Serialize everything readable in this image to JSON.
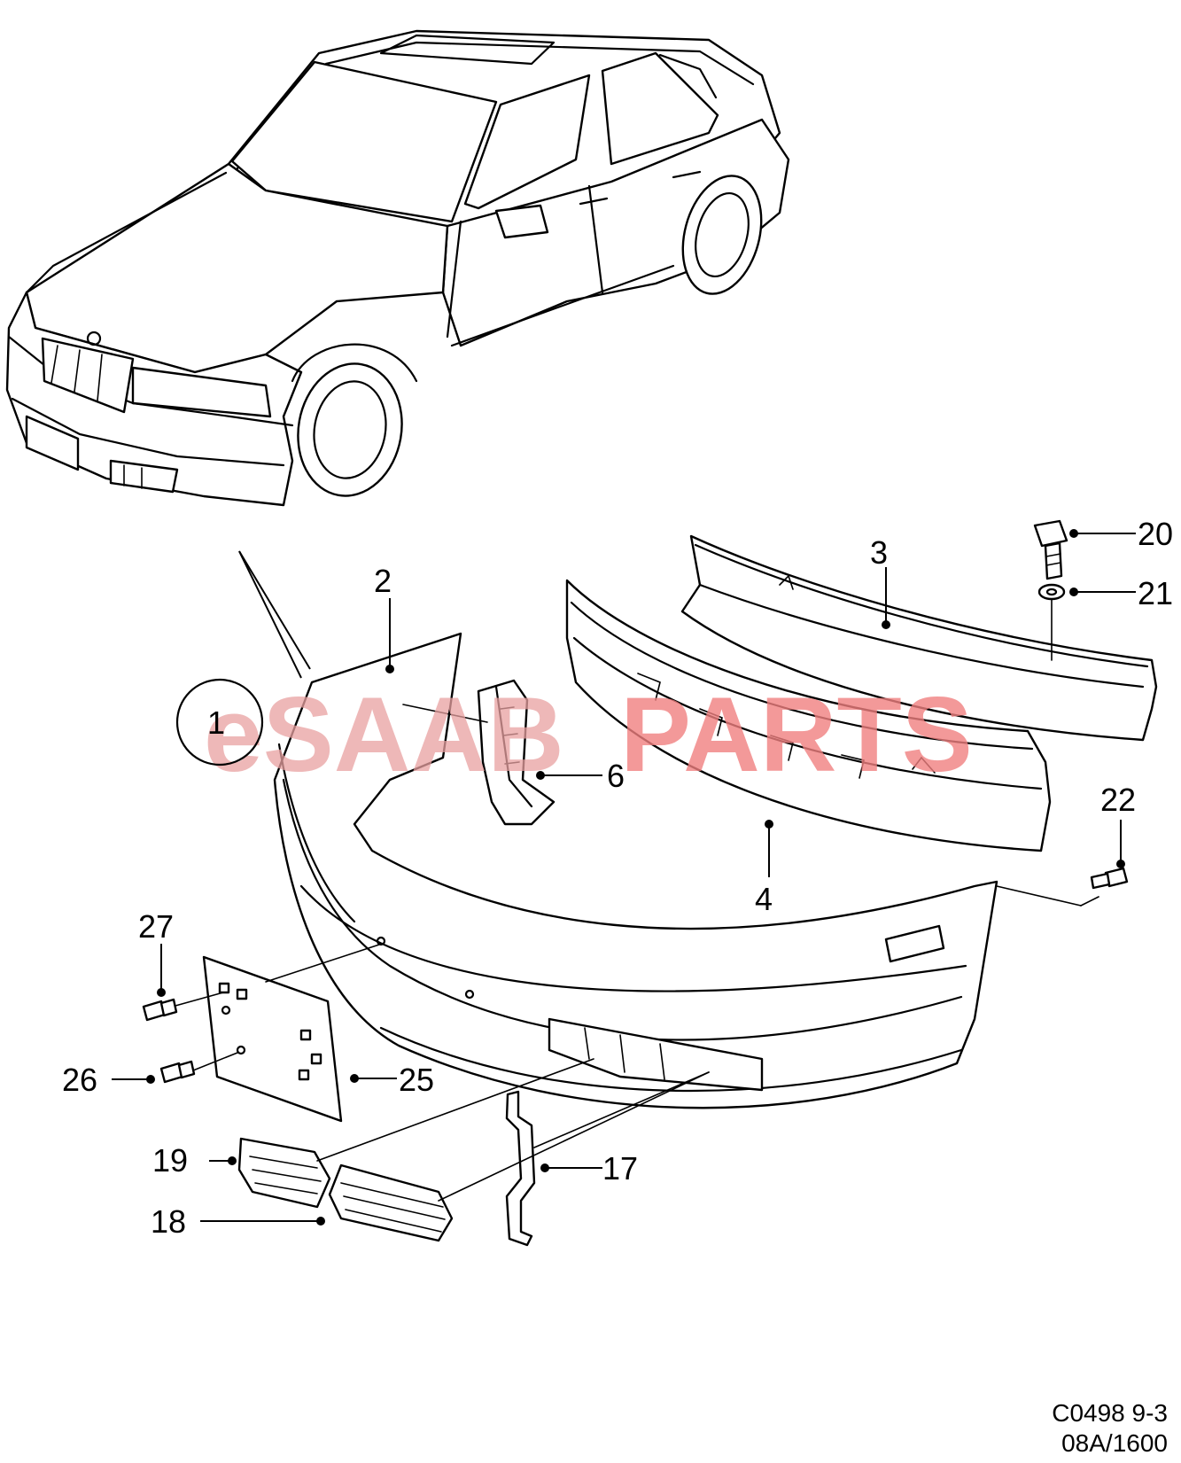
{
  "diagram": {
    "watermark": {
      "prefix": "eSAAB",
      "suffix": "PARTS",
      "prefix_color": "#e8a0a0",
      "suffix_color": "#f08080"
    },
    "callouts": [
      {
        "id": "c1",
        "label": "1"
      },
      {
        "id": "c2",
        "label": "2"
      },
      {
        "id": "c3",
        "label": "3"
      },
      {
        "id": "c4",
        "label": "4"
      },
      {
        "id": "c6",
        "label": "6"
      },
      {
        "id": "c17",
        "label": "17"
      },
      {
        "id": "c18",
        "label": "18"
      },
      {
        "id": "c19",
        "label": "19"
      },
      {
        "id": "c20",
        "label": "20"
      },
      {
        "id": "c21",
        "label": "21"
      },
      {
        "id": "c22",
        "label": "22"
      },
      {
        "id": "c25",
        "label": "25"
      },
      {
        "id": "c26",
        "label": "26"
      },
      {
        "id": "c27",
        "label": "27"
      }
    ],
    "drawing_code": {
      "line1": "C0498 9-3",
      "line2": "08A/1600"
    }
  }
}
